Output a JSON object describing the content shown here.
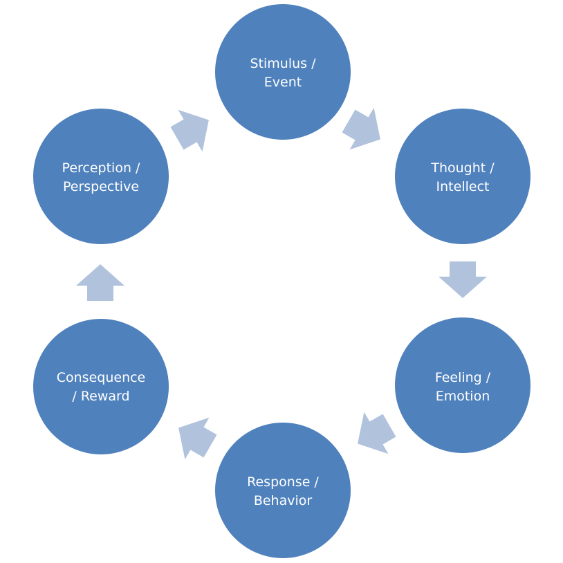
{
  "colors": {
    "node_fill": "#4f81bd",
    "arrow_fill": "#b1c2dd",
    "label_color": "#ffffff",
    "background": "#ffffff"
  },
  "nodes": [
    {
      "id": "stimulus",
      "line1": "Stimulus /",
      "line2": "Event"
    },
    {
      "id": "thought",
      "line1": "Thought /",
      "line2": "Intellect"
    },
    {
      "id": "feeling",
      "line1": "Feeling /",
      "line2": "Emotion"
    },
    {
      "id": "response",
      "line1": "Response /",
      "line2": "Behavior"
    },
    {
      "id": "consequence",
      "line1": "Consequence",
      "line2": "/ Reward"
    },
    {
      "id": "perception",
      "line1": "Perception /",
      "line2": "Perspective"
    }
  ],
  "arrows": [
    {
      "from": "stimulus",
      "to": "thought"
    },
    {
      "from": "thought",
      "to": "feeling"
    },
    {
      "from": "feeling",
      "to": "response"
    },
    {
      "from": "response",
      "to": "consequence"
    },
    {
      "from": "consequence",
      "to": "perception"
    },
    {
      "from": "perception",
      "to": "stimulus"
    }
  ]
}
